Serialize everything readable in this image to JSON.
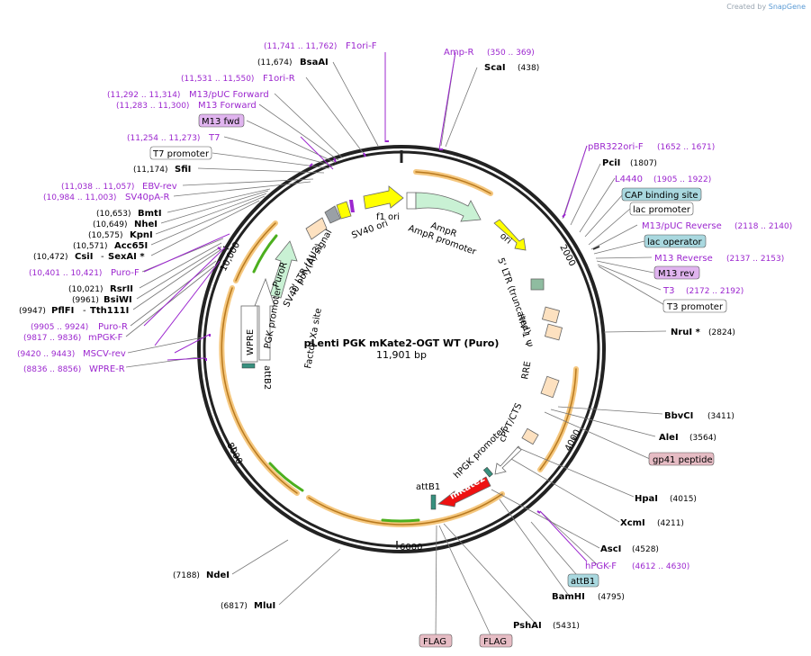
{
  "credit": {
    "prefix": "Created by",
    "brand": "SnapGene"
  },
  "title": "pLenti PGK mKate2-OGT WT (Puro)",
  "size": "11,901 bp",
  "colors": {
    "site_name": "#000000",
    "purple_label": "#9c27cf",
    "coord_text": "#000000",
    "backbone": "#222222",
    "orange_glow": "#f5c77e",
    "green_arrow": "#4caf1e",
    "feature_peach": "#fde1c0",
    "ampr_green": "#c9f1d4",
    "yellow": "#ffff00",
    "red": "#ee1111",
    "white": "#ffffff",
    "box_teal": "#a9d8df",
    "box_purple": "#e0b4ef",
    "box_pink": "#e6bcc4"
  },
  "ticks": [
    {
      "bp": "2000",
      "label": "2000"
    },
    {
      "bp": "4000",
      "label": "4000"
    },
    {
      "bp": "6000",
      "label": "6000"
    },
    {
      "bp": "8000",
      "label": "8000"
    },
    {
      "bp": "10000",
      "label": "10,000"
    }
  ],
  "labels": {
    "f1ori_f": {
      "name": "F1ori-F",
      "coords": "(11,741 .. 11,762)"
    },
    "bsaai": {
      "name": "BsaAI",
      "coords": "(11,674)"
    },
    "f1ori_r": {
      "name": "F1ori-R",
      "coords": "(11,531 .. 11,550)"
    },
    "m13puc_fwd": {
      "name": "M13/pUC Forward",
      "coords": "(11,292 .. 11,314)"
    },
    "m13_forward": {
      "name": "M13 Forward",
      "coords": "(11,283 .. 11,300)"
    },
    "m13_fwd_box": {
      "name": "M13 fwd"
    },
    "t7": {
      "name": "T7",
      "coords": "(11,254 .. 11,273)"
    },
    "t7_promoter": {
      "name": "T7 promoter"
    },
    "sfii": {
      "name": "SfiI",
      "coords": "(11,174)"
    },
    "ebv_rev": {
      "name": "EBV-rev",
      "coords": "(11,038 .. 11,057)"
    },
    "sv40pa_r": {
      "name": "SV40pA-R",
      "coords": "(10,984 .. 11,003)"
    },
    "bmti": {
      "name": "BmtI",
      "coords": "(10,653)"
    },
    "nhei": {
      "name": "NheI",
      "coords": "(10,649)"
    },
    "kpni": {
      "name": "KpnI",
      "coords": "(10,575)"
    },
    "acc65i": {
      "name": "Acc65I",
      "coords": "(10,571)"
    },
    "csii": {
      "name": "CsiI",
      "sep": "-",
      "name2": "SexAI *",
      "coords": "(10,472)"
    },
    "puro_f": {
      "name": "Puro-F",
      "coords": "(10,401 .. 10,421)"
    },
    "rsrii": {
      "name": "RsrII",
      "coords": "(10,021)"
    },
    "bsiwi": {
      "name": "BsiWI",
      "coords": "(9961)"
    },
    "pflfi": {
      "name": "PflFI",
      "sep": "-",
      "name2": "Tth111I",
      "coords": "(9947)"
    },
    "puro_r": {
      "name": "Puro-R",
      "coords": "(9905 .. 9924)"
    },
    "mpgk_f": {
      "name": "mPGK-F",
      "coords": "(9817 .. 9836)"
    },
    "mscv_rev": {
      "name": "MSCV-rev",
      "coords": "(9420 .. 9443)"
    },
    "wpre_r": {
      "name": "WPRE-R",
      "coords": "(8836 .. 8856)"
    },
    "amp_r": {
      "name": "Amp-R",
      "coords": "(350 .. 369)"
    },
    "scai": {
      "name": "ScaI",
      "coords": "(438)"
    },
    "pbr322": {
      "name": "pBR322ori-F",
      "coords": "(1652 .. 1671)"
    },
    "pcii": {
      "name": "PciI",
      "coords": "(1807)"
    },
    "l4440": {
      "name": "L4440",
      "coords": "(1905 .. 1922)"
    },
    "cap": {
      "name": "CAP binding site"
    },
    "lac_promoter": {
      "name": "lac promoter"
    },
    "m13puc_rev": {
      "name": "M13/pUC Reverse",
      "coords": "(2118 .. 2140)"
    },
    "lac_operator": {
      "name": "lac operator"
    },
    "m13_reverse": {
      "name": "M13 Reverse",
      "coords": "(2137 .. 2153)"
    },
    "m13_rev_box": {
      "name": "M13 rev"
    },
    "t3": {
      "name": "T3",
      "coords": "(2172 .. 2192)"
    },
    "t3_promoter": {
      "name": "T3 promoter"
    },
    "nrui": {
      "name": "NruI *",
      "coords": "(2824)"
    },
    "bbvci": {
      "name": "BbvCI",
      "coords": "(3411)"
    },
    "alei": {
      "name": "AleI",
      "coords": "(3564)"
    },
    "gp41": {
      "name": "gp41 peptide"
    },
    "hpai": {
      "name": "HpaI",
      "coords": "(4015)"
    },
    "xcmi": {
      "name": "XcmI",
      "coords": "(4211)"
    },
    "asci": {
      "name": "AscI",
      "coords": "(4528)"
    },
    "hpgk_f": {
      "name": "hPGK-F",
      "coords": "(4612 .. 4630)"
    },
    "attb1_box": {
      "name": "attB1"
    },
    "bamhi": {
      "name": "BamHI",
      "coords": "(4795)"
    },
    "pshai": {
      "name": "PshAI",
      "coords": "(5431)"
    },
    "flag1": {
      "name": "FLAG"
    },
    "flag2": {
      "name": "FLAG"
    },
    "ndei": {
      "name": "NdeI",
      "coords": "(7188)"
    },
    "mlui": {
      "name": "MluI",
      "coords": "(6817)"
    }
  },
  "features": {
    "f1_ori": "f1 ori",
    "ampr": "AmpR",
    "ampr_promoter": "AmpR promoter",
    "ori": "ori",
    "ltr5": "5' LTR (truncated)",
    "hiv_psi": "HIV-1 Ψ",
    "rre": "RRE",
    "cppt": "cPPT/CTS",
    "hpgk_promoter": "hPGK promoter",
    "attb1": "attB1",
    "mkate2": "mKate2",
    "sv40_ori": "SV40 ori",
    "sv40_polya": "SV40 poly(A) signal",
    "ltr3": "3' LTR (ΔU3)",
    "puror": "PuroR",
    "pgk_promoter": "PGK promoter",
    "wpre": "WPRE",
    "attb2": "attB2",
    "factor_xa": "Factor Xa site"
  }
}
